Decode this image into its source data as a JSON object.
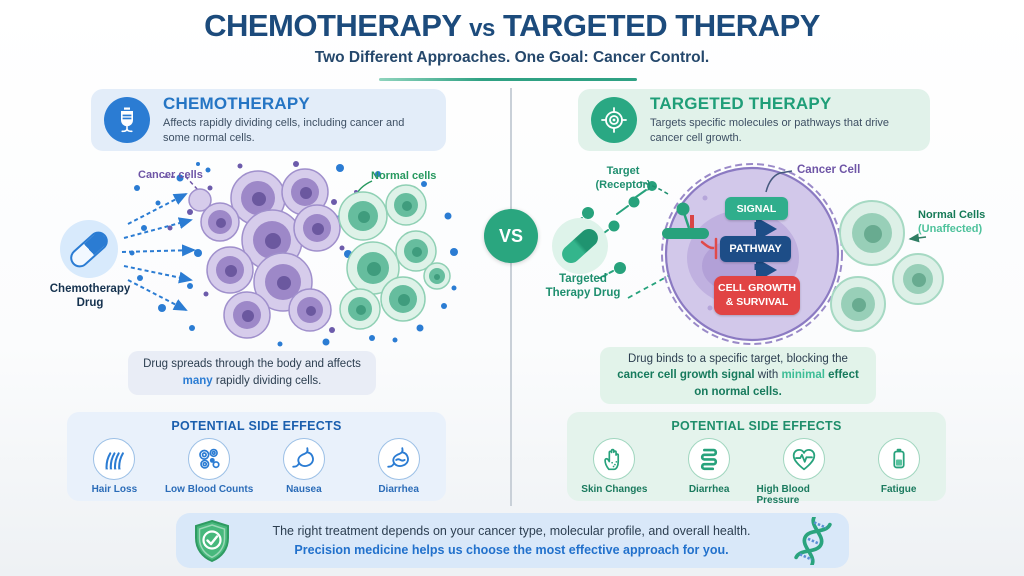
{
  "header": {
    "title_left": "CHEMOTHERAPY",
    "title_vs": "vs",
    "title_right": "TARGETED THERAPY",
    "subtitle": "Two Different Approaches. One Goal: Cancer Control."
  },
  "vs_label": "VS",
  "chemo": {
    "icon": "iv-bag-icon",
    "name": "CHEMOTHERAPY",
    "desc": "Affects rapidly dividing cells, including cancer and some normal cells.",
    "cancer_cells_label": "Cancer cells",
    "normal_cells_label": "Normal cells",
    "drug_line1": "Chemotherapy",
    "drug_line2": "Drug",
    "note_pre": "Drug spreads through the body and affects",
    "note_highlight": "many",
    "note_post": "rapidly dividing cells.",
    "side_effects_title": "POTENTIAL SIDE EFFECTS",
    "side_effects": [
      {
        "label": "Hair Loss",
        "icon": "hair-loss-icon"
      },
      {
        "label": "Low Blood Counts",
        "icon": "blood-cells-icon"
      },
      {
        "label": "Nausea",
        "icon": "stomach-icon"
      },
      {
        "label": "Diarrhea",
        "icon": "gut-icon"
      }
    ]
  },
  "targeted": {
    "icon": "target-icon",
    "name": "TARGETED THERAPY",
    "desc": "Targets specific molecules or pathways that drive cancer cell growth.",
    "target_line1": "Target",
    "target_line2": "(Receptor)",
    "cancer_cell_label": "Cancer Cell",
    "normal_line1": "Normal Cells",
    "normal_line2": "(Unaffected)",
    "drug_line1": "Targeted",
    "drug_line2": "Therapy Drug",
    "signal": "SIGNAL",
    "pathway": "PATHWAY",
    "growth_line1": "CELL GROWTH",
    "growth_line2": "& SURVIVAL",
    "note_t1": "Drug binds to a specific target, blocking the",
    "note_b1": "cancer cell growth signal",
    "note_t2": "with",
    "note_hl": "minimal",
    "note_b2": "effect on normal cells.",
    "side_effects_title": "POTENTIAL SIDE EFFECTS",
    "side_effects": [
      {
        "label": "Skin Changes",
        "icon": "hand-skin-icon"
      },
      {
        "label": "Diarrhea",
        "icon": "intestine-icon"
      },
      {
        "label": "High Blood Pressure",
        "icon": "heart-pulse-icon"
      },
      {
        "label": "Fatigue",
        "icon": "battery-icon"
      }
    ]
  },
  "footer": {
    "shield_icon": "shield-check-icon",
    "dna_icon": "dna-helix-icon",
    "line1": "The right treatment depends on your cancer type, molecular profile, and overall health.",
    "line2": "Precision medicine helps us choose the most effective approach for you."
  },
  "colors": {
    "title_navy": "#1c4b7c",
    "chemo_blue": "#2b7cd3",
    "targeted_green": "#27a27c",
    "cancer_purple": "#7a68b5",
    "normal_cell_green": "#66bd9e",
    "signal_green": "#2fae8c",
    "pathway_navy": "#1d4d87",
    "growth_red": "#e14444",
    "highlight_teal": "#3dbd96",
    "footer_link_blue": "#2271cc"
  }
}
